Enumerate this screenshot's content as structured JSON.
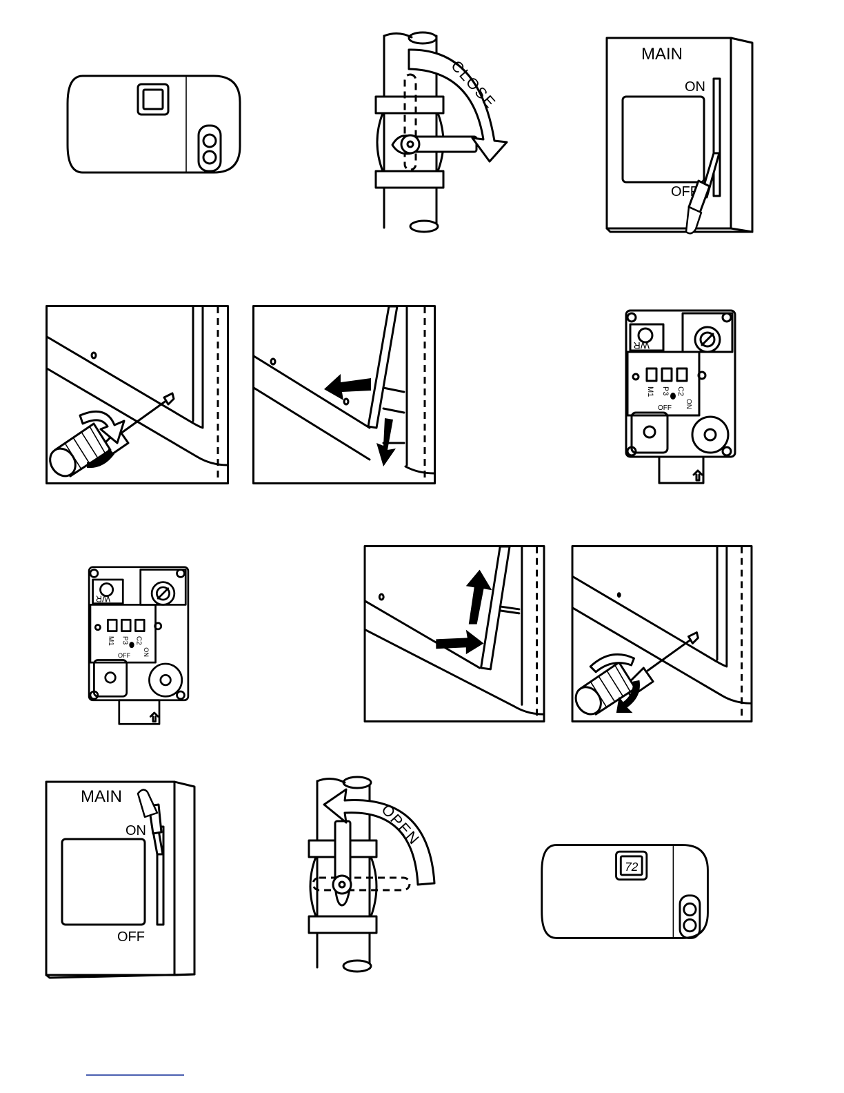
{
  "labels": {
    "valve_close": "CLOSE",
    "valve_open": "OPEN",
    "switch_main": "MAIN",
    "switch_on": "ON",
    "switch_off": "OFF",
    "thermostat_reading": "72",
    "gas_control": {
      "wr": "WR",
      "m1": "M1",
      "p3": "P3",
      "c2": "C2",
      "on": "ON",
      "off": "OFF"
    }
  }
}
